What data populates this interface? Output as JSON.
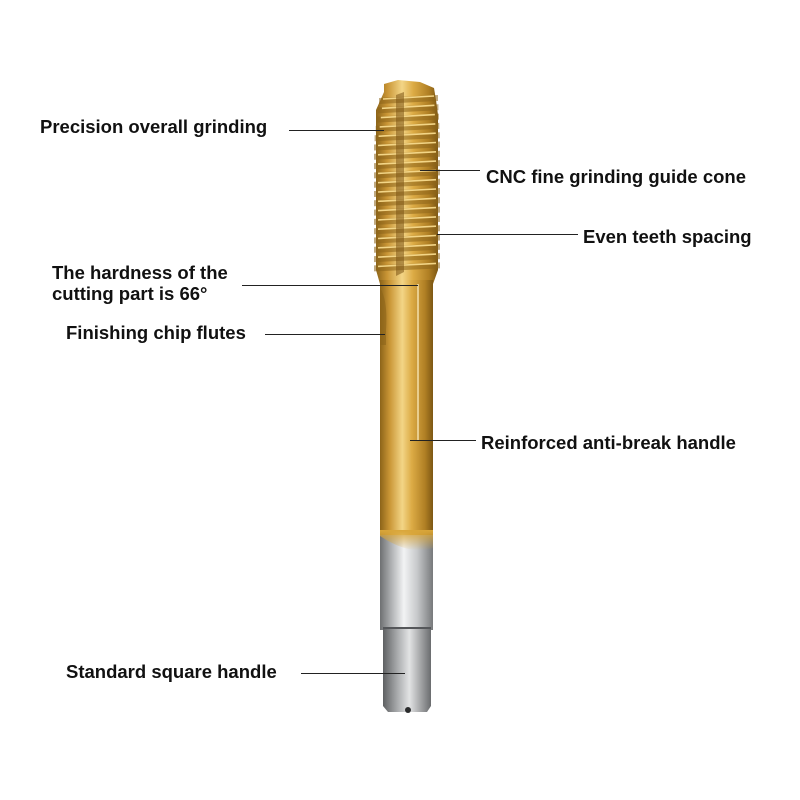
{
  "diagram": {
    "subject": "tap",
    "colors": {
      "gold": "#d9a63a",
      "gold_light": "#f3d586",
      "gold_dark": "#8c6419",
      "steel": "#c7c9cb",
      "steel_light": "#f2f3f4",
      "steel_dark": "#6e7072",
      "leader": "#222222",
      "text": "#111111"
    },
    "callouts": [
      {
        "id": "precision-grinding",
        "text": "Precision overall grinding"
      },
      {
        "id": "guide-cone",
        "text": "CNC fine grinding guide cone"
      },
      {
        "id": "teeth-spacing",
        "text": "Even teeth spacing"
      },
      {
        "id": "hardness",
        "line1": "The hardness of the",
        "line2": "cutting part is 66°"
      },
      {
        "id": "chip-flutes",
        "text": "Finishing chip flutes"
      },
      {
        "id": "anti-break",
        "text": "Reinforced anti-break handle"
      },
      {
        "id": "square-handle",
        "text": "Standard square handle"
      }
    ]
  }
}
